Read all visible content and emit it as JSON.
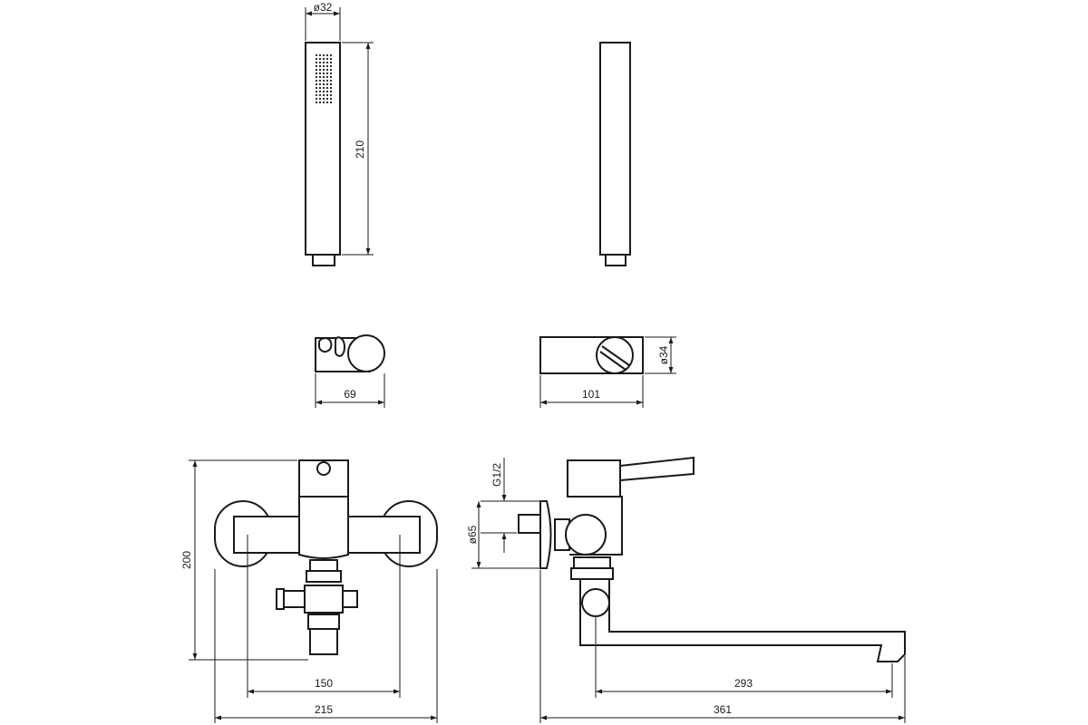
{
  "dimensions": {
    "hand_shower_diameter": "ø32",
    "hand_shower_length": "210",
    "holder_width": "69",
    "holder_length": "101",
    "holder_diameter": "ø34",
    "mixer_height": "200",
    "connection_spacing": "150",
    "mixer_width": "215",
    "thread": "G1/2",
    "flange_diameter": "ø65",
    "spout_reach": "293",
    "overall_depth": "361"
  },
  "colors": {
    "line": "#1a1a1a",
    "background": "#ffffff"
  }
}
